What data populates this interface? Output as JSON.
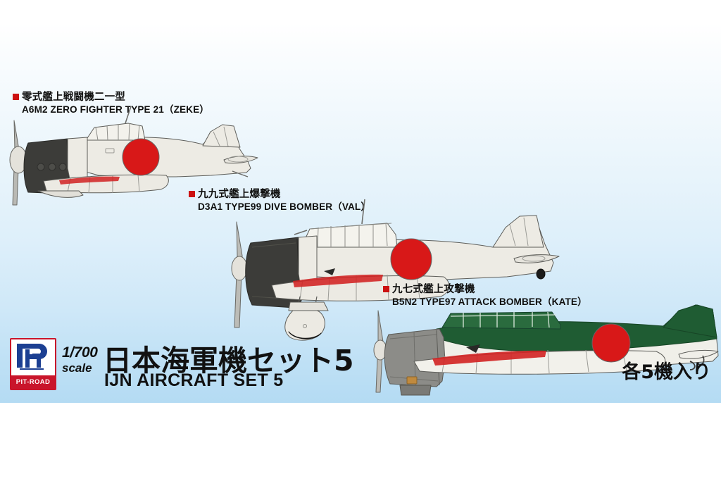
{
  "package": {
    "brand": "PIT-ROAD",
    "scale_line1": "1/700",
    "scale_line2": "scale",
    "title_jp": "日本海軍機セット5",
    "title_en": "IJN AIRCRAFT SET 5",
    "quantity_note": "各5機入り"
  },
  "colors": {
    "background_top": "#ffffff",
    "background_bottom": "#b4dbf3",
    "hinomaru_red": "#d81818",
    "marker_red": "#cc1111",
    "airframe_gray": "#eceae3",
    "cowling_dark": "#3a3a38",
    "cowling_gray": "#8c8c88",
    "kate_green": "#1f5c33",
    "outline": "#555555",
    "logo_red": "#c9152b",
    "logo_blue": "#1c3f92",
    "text_black": "#101010"
  },
  "aircraft": [
    {
      "id": "a6m2",
      "label_jp": "零式艦上戦闘機二一型",
      "label_en": "A6M2 ZERO FIGHTER TYPE 21（ZEKE）",
      "scheme": "light gray airframe, dark cowling, red hinomaru"
    },
    {
      "id": "d3a1",
      "label_jp": "九九式艦上爆撃機",
      "label_en": "D3A1 TYPE99 DIVE BOMBER（VAL）",
      "scheme": "light gray airframe, dark cowling, fixed spatted gear, red hinomaru"
    },
    {
      "id": "b5n2",
      "label_jp": "九七式艦上攻撃機",
      "label_en": "B5N2 TYPE97 ATTACK BOMBER（KATE）",
      "scheme": "dark green upper, light gray lower, gray cowling, red hinomaru"
    }
  ]
}
